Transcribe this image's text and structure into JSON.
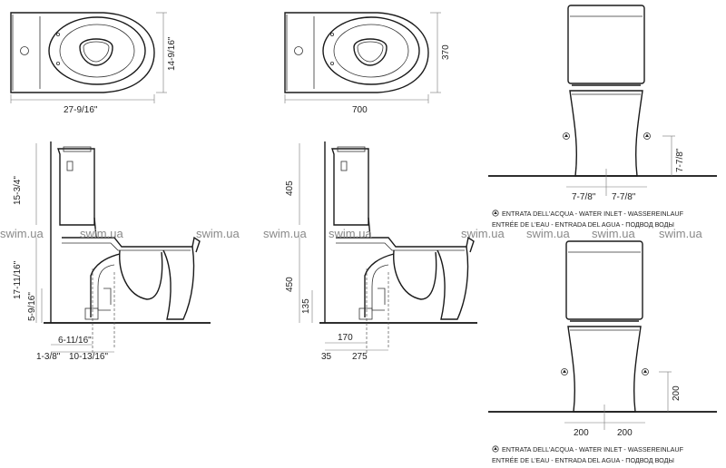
{
  "watermark": "swim.ua",
  "top_views": {
    "imperial": {
      "length": "27-9/16\"",
      "width": "14-9/16\""
    },
    "metric": {
      "length": "700",
      "width": "370"
    }
  },
  "side_views": {
    "imperial": {
      "tank_height": "15-3/4\"",
      "bowl_height": "17-11/16\"",
      "outlet_height": "5-9/16\"",
      "outlet_distance": "6-11/16\"",
      "wall_offset": "1-3/8\"",
      "outlet_max": "10-13/16\""
    },
    "metric": {
      "tank_height": "405",
      "bowl_height": "450",
      "outlet_height": "135",
      "outlet_distance": "170",
      "wall_offset": "35",
      "outlet_max": "275"
    }
  },
  "front_views": {
    "imperial": {
      "inlet_height": "7-7/8\"",
      "left": "7-7/8\"",
      "right": "7-7/8\""
    },
    "metric": {
      "inlet_height": "200",
      "left": "200",
      "right": "200"
    }
  },
  "legend": {
    "line1": "ENTRATA DELL'ACQUA - WATER INLET - WASSEREINLAUF",
    "line2": "ENTRÉE DE L'EAU - ENTRADA DEL AGUA - ПОДВОД ВОДЫ"
  }
}
